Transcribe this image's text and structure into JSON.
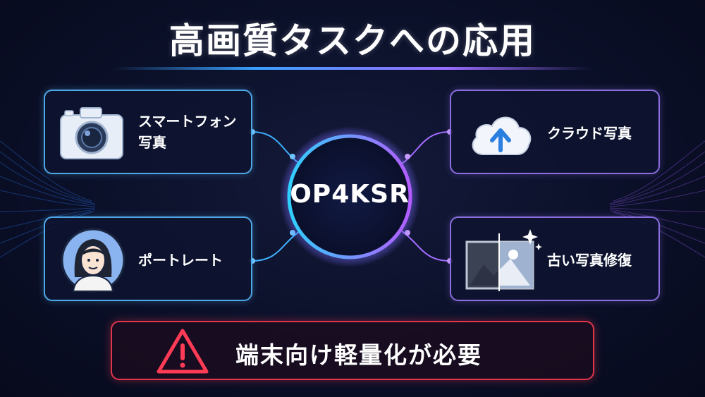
{
  "title": "高画質タスクへの応用",
  "center": {
    "label": "OP4KSR"
  },
  "cards": {
    "smartphone": {
      "line1": "スマートフォン",
      "line2": "写真",
      "icon": "camera-icon"
    },
    "portrait": {
      "label": "ポートレート",
      "icon": "portrait-icon"
    },
    "cloud": {
      "label": "クラウド写真",
      "icon": "cloud-upload-icon"
    },
    "restore": {
      "label": "古い写真修復",
      "icon": "photo-restore-icon"
    }
  },
  "warning": {
    "label": "端末向け軽量化が必要",
    "icon": "warning-icon"
  },
  "colors": {
    "left_accent": "#4fa8e6",
    "right_accent": "#8a6ee0",
    "warning_accent": "#e0354b",
    "background": "#0a0f24"
  }
}
